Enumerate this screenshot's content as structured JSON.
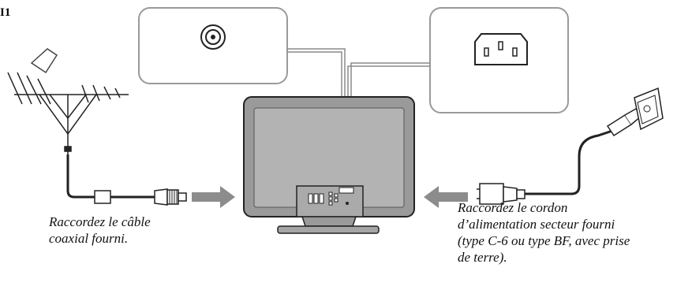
{
  "figure": {
    "label": "I1"
  },
  "captions": {
    "antenna": {
      "line1": "Raccordez le câble",
      "line2": "coaxial fourni."
    },
    "power": {
      "line1": "Raccordez le cordon",
      "line2": "d’alimentation secteur fourni",
      "line3": "(type C-6 ou type BF, avec prise",
      "line4": "de terre)."
    }
  },
  "colors": {
    "line": "#222222",
    "tv_body": "#9a9a9a",
    "tv_screen": "#b3b3b3",
    "arrow": "#8c8c8c",
    "callout_border": "#999999"
  }
}
